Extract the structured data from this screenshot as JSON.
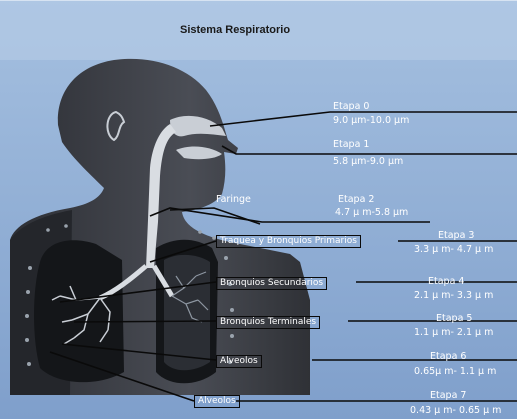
{
  "title": "Sistema Respiratorio",
  "organs": {
    "faringe": "Faringe",
    "traquea": "Traquea y Bronquios Primarios",
    "bronquios_secundarios": "Bronquios Secundarios",
    "bronquios_terminales": "Bronquios Terminales",
    "alveolos_1": "Alveolos",
    "alveolos_2": "Alveolos"
  },
  "stages": [
    {
      "name": "Etapa 0",
      "range": "9.0 μm-10.0 μm"
    },
    {
      "name": "Etapa 1",
      "range": "5.8 μm-9.0 μm"
    },
    {
      "name": "Etapa 2",
      "range": "4.7 μ m-5.8 μm"
    },
    {
      "name": "Etapa 3",
      "range": "3.3 μ m- 4.7 μ m"
    },
    {
      "name": "Etapa 4",
      "range": "2.1 μ m- 3.3 μ m"
    },
    {
      "name": "Etapa 5",
      "range": "1.1 μ m- 2.1 μ m"
    },
    {
      "name": "Etapa 6",
      "range": "0.65μ m- 1.1 μ m"
    },
    {
      "name": "Etapa 7",
      "range": "0.43 μ m- 0.65 μ m"
    }
  ],
  "colors": {
    "background": "#8fb0d8",
    "silhouette": "#3a3c42",
    "lung": "#15171b",
    "airway": "#d9dde2"
  }
}
